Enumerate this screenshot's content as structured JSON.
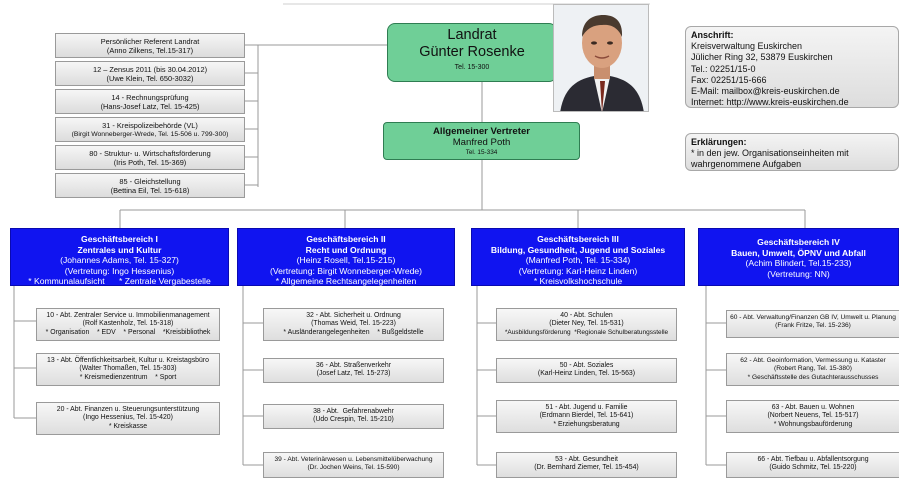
{
  "landrat": {
    "title": "Landrat",
    "name": "Günter Rosenke",
    "tel": "Tel. 15-300"
  },
  "vertreter": {
    "title": "Allgemeiner Vertreter",
    "name": "Manfred Poth",
    "tel": "Tel. 15-334"
  },
  "staff": [
    {
      "line1": "Persönlicher Referent Landrat",
      "line2": "(Anno Zilkens, Tel.15-317)"
    },
    {
      "line1": "12 – Zensus 2011 (bis 30.04.2012)",
      "line2": "(Uwe Klein, Tel. 650-3032)"
    },
    {
      "line1": "14 - Rechnungsprüfung",
      "line2": "(Hans-Josef Latz, Tel. 15-425)"
    },
    {
      "line1": "31 - Kreispolizeibehörde (VL)",
      "line2": "(Birgit Wonneberger-Wrede, Tel. 15-506 u. 799-300)"
    },
    {
      "line1": "80 - Struktur- u. Wirtschaftsförderung",
      "line2": "(Iris Poth, Tel. 15-369)"
    },
    {
      "line1": "85 - Gleichstellung",
      "line2": "(Bettina Eil, Tel. 15-618)"
    }
  ],
  "anschrift": {
    "title": "Anschrift:",
    "lines": [
      "Kreisverwaltung Euskirchen",
      "Jülicher Ring 32, 53879 Euskirchen",
      "Tel.: 02251/15-0",
      "Fax: 02251/15-666",
      "E-Mail: mailbox@kreis-euskirchen.de",
      "Internet: http://www.kreis-euskirchen.de"
    ]
  },
  "erklaerungen": {
    "title": "Erklärungen:",
    "lines": [
      "*  in den jew. Organisationseinheiten mit",
      "wahrgenommene Aufgaben"
    ]
  },
  "bereiche": [
    {
      "title1": "Geschäftsbereich I",
      "title2": "Zentrales und Kultur",
      "person": "(Johannes Adams, Tel. 15-327)",
      "vertretung": "(Vertretung: Ingo Hessenius)",
      "extra": "* Kommunalaufsicht      * Zentrale Vergabestelle",
      "departments": [
        {
          "l1": "10 - Abt. Zentraler Service u. Immobilienmanagement",
          "l2": "(Rolf Kastenholz, Tel. 15-318)",
          "l3": "* Organisation    * EDV    * Personal    *Kreisbibliothek"
        },
        {
          "l1": "13 - Abt. Öffentlichkeitsarbeit, Kultur u. Kreistagsbüro",
          "l2": "(Walter Thomaßen, Tel. 15-303)",
          "l3": "* Kreismedienzentrum    * Sport"
        },
        {
          "l1": "20 - Abt. Finanzen u. Steuerungsunterstützung",
          "l2": "(Ingo Hessenius, Tel. 15-420)",
          "l3": "* Kreiskasse"
        }
      ]
    },
    {
      "title1": "Geschäftsbereich II",
      "title2": "Recht und Ordnung",
      "person": "(Heinz Rosell, Tel.15-215)",
      "vertretung": "(Vertretung: Birgit Wonneberger-Wrede)",
      "extra": "* Allgemeine Rechtsangelegenheiten",
      "departments": [
        {
          "l1": "32 - Abt. Sicherheit u. Ordnung",
          "l2": "(Thomas Weid, Tel. 15-223)",
          "l3": "* Ausländerangelegenheiten    * Bußgeldstelle"
        },
        {
          "l1": "36 - Abt. Straßenverkehr",
          "l2": "(Josef Latz, Tel. 15-273)",
          "l3": ""
        },
        {
          "l1": "38 - Abt.  Gefahrenabwehr",
          "l2": "(Udo Crespin, Tel. 15-210)",
          "l3": ""
        },
        {
          "l1": "39 - Abt. Veterinärwesen u. Lebensmittelüberwachung",
          "l2": "(Dr. Jochen Weins, Tel. 15-590)",
          "l3": ""
        }
      ]
    },
    {
      "title1": "Geschäftsbereich III",
      "title2": "Bildung, Gesundheit, Jugend und Soziales",
      "person": "(Manfred Poth, Tel. 15-334)",
      "vertretung": "(Vertretung: Karl-Heinz Linden)",
      "extra": "* Kreisvolkshochschule",
      "departments": [
        {
          "l1": "40 - Abt. Schulen",
          "l2": "(Dieter Ney, Tel. 15-531)",
          "l3": "*Ausbildungsförderung  *Regionale Schulberatungsstelle"
        },
        {
          "l1": "50 - Abt. Soziales",
          "l2": "(Karl-Heinz Linden, Tel. 15-563)",
          "l3": ""
        },
        {
          "l1": "51 - Abt. Jugend u. Familie",
          "l2": "(Erdmann Bierdel, Tel. 15-641)",
          "l3": "* Erziehungsberatung"
        },
        {
          "l1": "53 - Abt. Gesundheit",
          "l2": "(Dr. Bernhard Ziemer, Tel. 15-454)",
          "l3": ""
        }
      ]
    },
    {
      "title1": "Geschäftsbereich IV",
      "title2": "Bauen, Umwelt, ÖPNV und Abfall",
      "person": "(Achim Blindert, Tel.15-233)",
      "vertretung": "(Vertretung: NN)",
      "extra": "",
      "departments": [
        {
          "l1": "60 - Abt. Verwaltung/Finanzen GB IV, Umwelt u. Planung",
          "l2": "(Frank Fritze, Tel. 15-236)",
          "l3": ""
        },
        {
          "l1": "62 - Abt. Geoinformation, Vermessung u. Kataster",
          "l2": "(Robert Rang, Tel. 15-380)",
          "l3": "* Geschäftsstelle des Gutachterausschusses"
        },
        {
          "l1": "63 - Abt. Bauen u. Wohnen",
          "l2": "(Norbert Neuens, Tel. 15-517)",
          "l3": "* Wohnungsbauförderung"
        },
        {
          "l1": "66 - Abt. Tiefbau u. Abfallentsorgung",
          "l2": "(Guido Schmitz, Tel. 15-220)",
          "l3": ""
        }
      ]
    }
  ],
  "colors": {
    "green": "#6fcf97",
    "blue": "#1014f0",
    "grey": "#dcdcdc",
    "line": "#9a9a9a"
  }
}
